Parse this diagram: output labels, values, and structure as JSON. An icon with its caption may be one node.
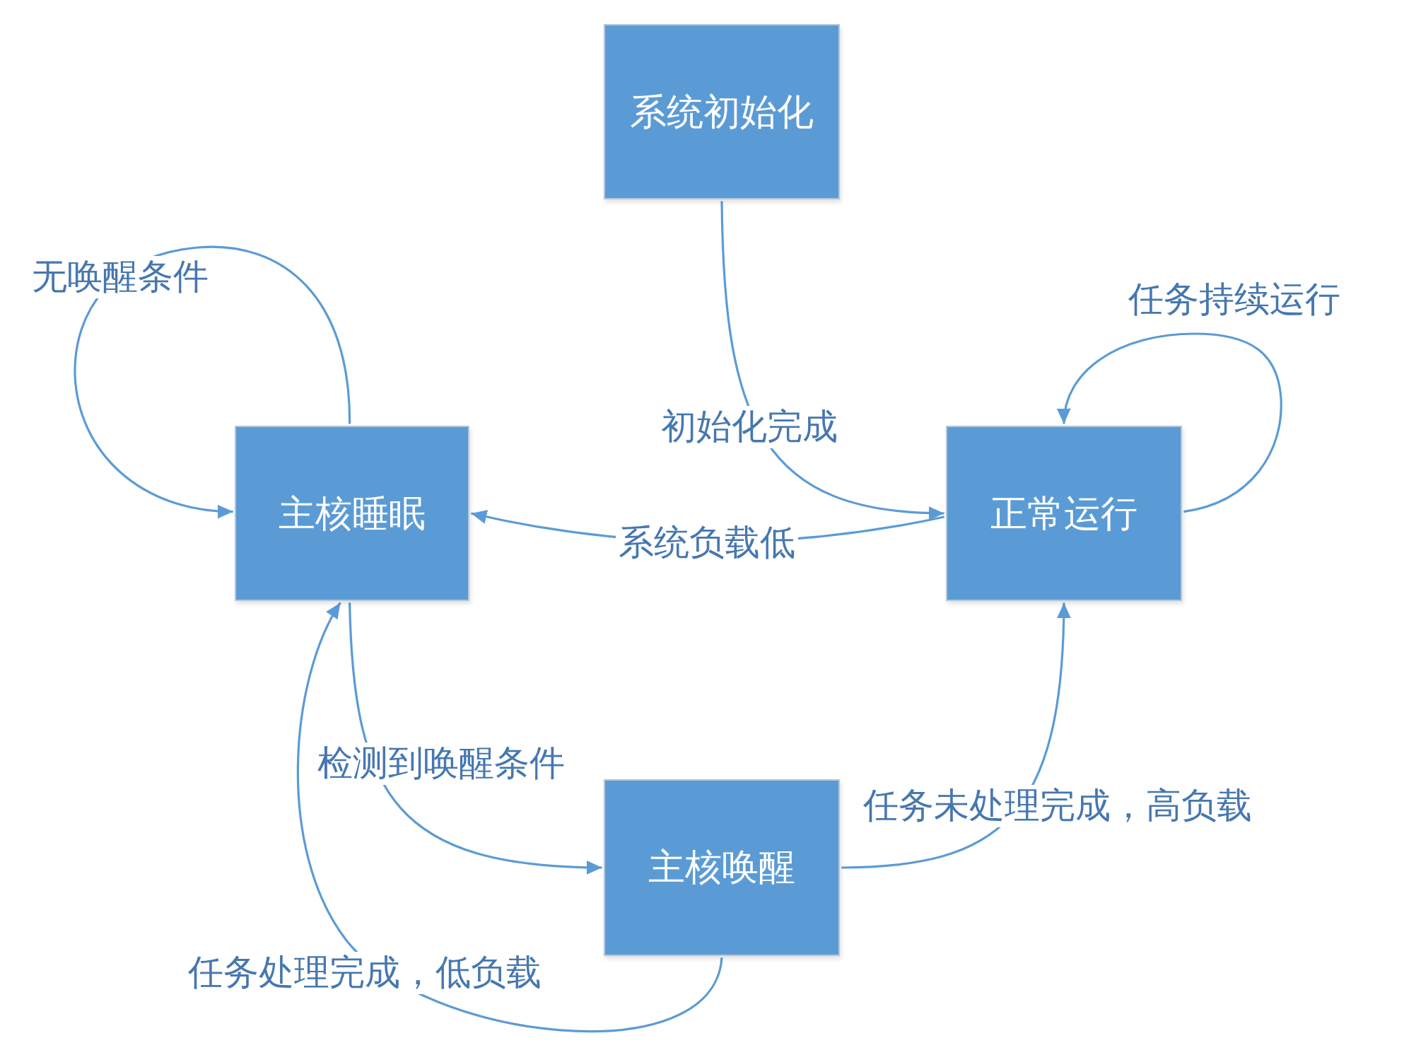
{
  "diagram": {
    "nodes": [
      {
        "text": [
          "系统初始化"
        ]
      },
      {
        "text": [
          "主核睡眠"
        ]
      },
      {
        "text": [
          "正常运行"
        ]
      },
      {
        "text": [
          "主核唤醒"
        ]
      }
    ],
    "edges": [
      {
        "from": 0,
        "to": 2,
        "arrow": "to",
        "label": "初始化完成"
      },
      {
        "from": 2,
        "to": 1,
        "arrow": "to",
        "label": "系统负载低"
      },
      {
        "from": 1,
        "to": 1,
        "arrow": "to",
        "label": "无唤醒条件"
      },
      {
        "from": 2,
        "to": 2,
        "arrow": "to",
        "label": "任务持续运行"
      },
      {
        "from": 1,
        "to": 3,
        "arrow": "to",
        "label": "检测到唤醒条件"
      },
      {
        "from": 3,
        "to": 2,
        "arrow": "to",
        "label": "任务未处理完成，高负载"
      },
      {
        "from": 3,
        "to": 1,
        "arrow": "to",
        "label": "任务处理完成，低负载"
      }
    ]
  }
}
